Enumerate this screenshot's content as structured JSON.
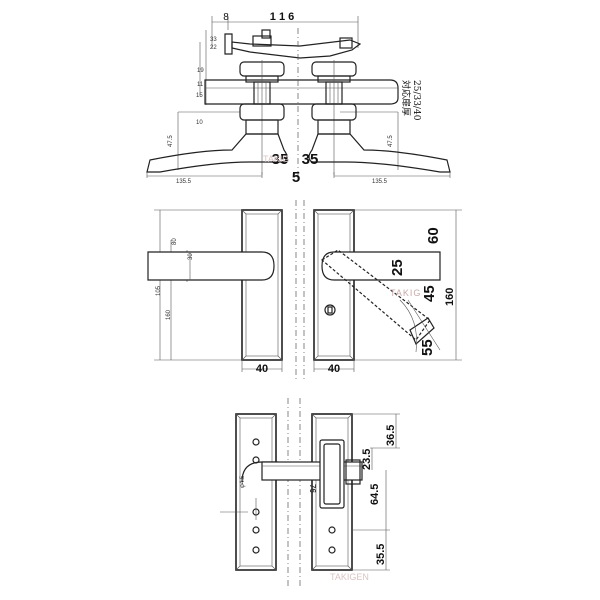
{
  "top_view": {
    "dim_overall": "1 1 6",
    "dim_offset": "8",
    "dim_left_center": "35",
    "dim_right_center": "35",
    "dim_center_gap": "5",
    "door_thickness_label": "対応扉厚",
    "door_thickness_values": "25/33/40",
    "small_dims": [
      "33",
      "22",
      "19",
      "11",
      "15",
      "10",
      "47.5",
      "135.5",
      "135.5",
      "47.5"
    ]
  },
  "front_view": {
    "plate_width_left": "40",
    "plate_width_right": "40",
    "dim_60": "60",
    "dim_25": "25",
    "dim_45": "45",
    "dim_160": "160",
    "dim_55": "55",
    "small_dims": [
      "80",
      "30",
      "105",
      "160"
    ]
  },
  "bottom_view": {
    "dim_36_5": "36.5",
    "dim_23_5": "23.5",
    "dim_64_5": "64.5",
    "dim_35_5": "35.5",
    "dim_76": "76",
    "small_dims": [
      "φ4.5"
    ]
  },
  "watermark": {
    "brand": "TAKIG",
    "tag": "TAKIGEN"
  }
}
